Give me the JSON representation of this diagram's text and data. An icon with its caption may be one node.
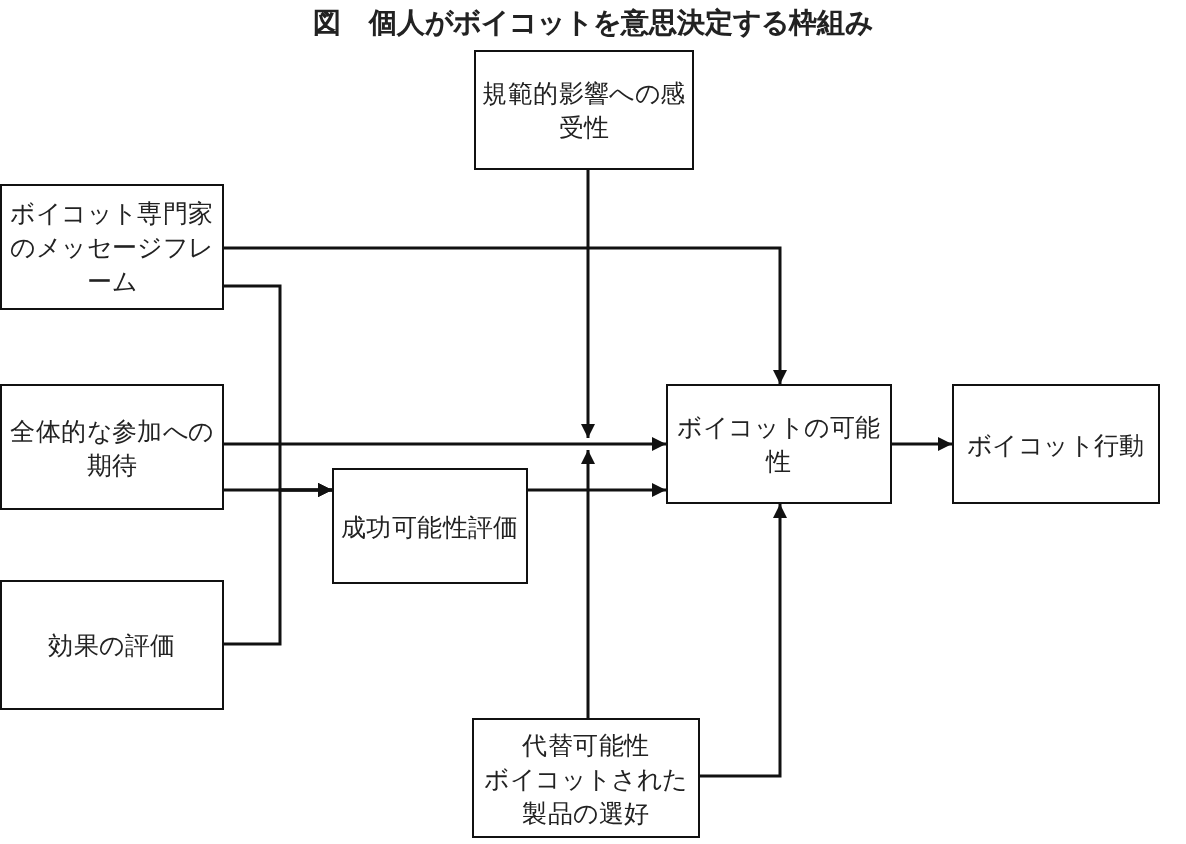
{
  "diagram": {
    "title": "図　個人がボイコットを意思決定する枠組み",
    "nodes": [
      {
        "text": [
          "規範的影響への感受性"
        ]
      },
      {
        "text": [
          "ボイコット専門家のメッセージフレーム"
        ]
      },
      {
        "text": [
          "全体的な参加への期待"
        ]
      },
      {
        "text": [
          "効果の評価"
        ]
      },
      {
        "text": [
          "成功可能性評価"
        ]
      },
      {
        "text": [
          "ボイコットの可能性"
        ]
      },
      {
        "text": [
          "ボイコット行動"
        ]
      },
      {
        "text": [
          "代替可能性",
          "ボイコットされた製品の選好"
        ]
      }
    ],
    "edges": [
      {
        "from": 1,
        "to": 4,
        "arrow": "to"
      },
      {
        "from": 2,
        "to": 4,
        "arrow": "to"
      },
      {
        "from": 3,
        "to": 4,
        "arrow": "to"
      },
      {
        "from": 1,
        "to": 5,
        "arrow": "to"
      },
      {
        "from": 2,
        "to": 5,
        "arrow": "to"
      },
      {
        "from": 4,
        "to": 5,
        "arrow": "to"
      },
      {
        "from": 5,
        "to": 6,
        "arrow": "to"
      },
      {
        "from": 0,
        "to": null,
        "arrow": "to"
      },
      {
        "from": 7,
        "to": null,
        "arrow": "to"
      },
      {
        "from": 7,
        "to": 5,
        "arrow": "to"
      }
    ]
  }
}
